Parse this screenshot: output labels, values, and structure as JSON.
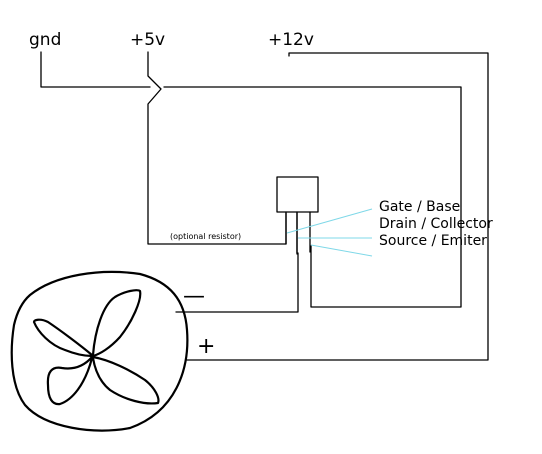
{
  "rails": {
    "gnd": "gnd",
    "v5": "+5v",
    "v12": "+12v"
  },
  "transistor": {
    "gate": "Gate / Base",
    "drain": "Drain / Collector",
    "source": "Source / Emiter"
  },
  "resistor_note": "(optional resistor)",
  "fan": {
    "minus": "—",
    "plus": "+"
  },
  "colors": {
    "wire": "#000000",
    "leader": "#7fd8e8",
    "background": "#ffffff"
  }
}
